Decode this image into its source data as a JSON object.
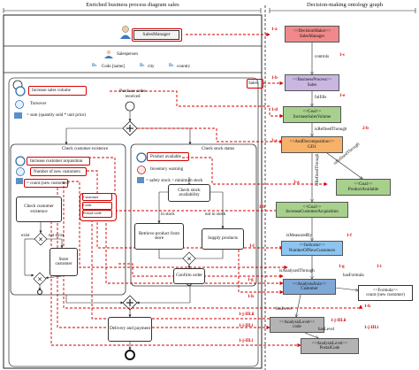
{
  "headers": {
    "left": "Enriched business process diagram sales",
    "right": "Decision-making ontology graph"
  },
  "bpmn": {
    "lane": {
      "sales_manager": "SalesManager",
      "salesperson": "Salesperson",
      "attr_code": "Code [name]",
      "attr_city": "city",
      "attr_country": "country"
    },
    "goal_sales_volume": "Increase sales volume",
    "turnover": "Turnover",
    "turnover_formula": "= sum (quantity sold * unit price)",
    "purchase_event": "Purchase order received",
    "check_customer_existence_sub": "Check customer existence",
    "goal_customer_acquisition": "Increase customer acquisition",
    "kpi_new_customers": "Number of new customers",
    "count_formula": "= count (new customer)",
    "task_check_customer_existence": "Check customer existence",
    "attr_customer": "Customer",
    "attr_code_small": "Code",
    "attr_postal": "Postal code",
    "exist": "exist",
    "not_exist": "not exist",
    "task_store_customer": "Store customer",
    "check_stock_status_sub": "Check stock status",
    "goal_product_available": "Product available",
    "inventory_warning": "Inventory warning",
    "stock_formula": "= safety stock > minimum stock",
    "task_check_stock": "Check stock availability",
    "in_stock": "in stock",
    "not_in_stock": "not in stock",
    "task_retrieve": "Retrieve product from store",
    "task_supply": "Supply products",
    "task_confirm": "Confirm order",
    "task_delivery": "Delivery and payment"
  },
  "ontology": {
    "decision_maker": [
      "<<DecisionMaker>>",
      "SalesManager"
    ],
    "business_process": [
      "<<BusinessProcess>>",
      "Sales"
    ],
    "goal_sales_volume": [
      "<<Goal>>",
      "IncreaseSalesVolume"
    ],
    "and_decomposition": [
      "<<AndDecomposition>>",
      "GD1"
    ],
    "goal_product_available": [
      "<<Goal>>",
      "ProductAvailable"
    ],
    "goal_customer_acquisition": [
      "<<Goal>>",
      "IncreaseCustomerAcquisition"
    ],
    "indicator": [
      "<<Indicator>>",
      "NumberOfNewCustomers"
    ],
    "analysis_axis": [
      "<<AnalysisAxis>>",
      "Customer"
    ],
    "formula": [
      "<<Formula>>",
      "count (new customer)"
    ],
    "level_code": [
      "<<AnalysisLevel>>",
      "code"
    ],
    "level_postal": [
      "<<AnalysisLevel>>",
      "PostalCode"
    ],
    "rel_controls": "controls",
    "rel_fulfills": "fulfills",
    "rel_refined_1": "isRefinedThrough",
    "rel_refined_2": "isRefinedThrough",
    "rel_refined_3": "isRefinedThrough",
    "rel_measured": "isMeasuredBy",
    "rel_analyzed": "isAnalyzedThrough",
    "rel_has_formula": "hasFormula",
    "rel_has_level_1": "hasLevel",
    "rel_has_level_2": "hasLevel"
  },
  "mapping_labels": {
    "m1a": "1-a",
    "m1c": "1-c",
    "m1b_sales": "1-b",
    "m1e": "1-e",
    "m1d": "1-d",
    "m2a": "2-a",
    "m2b": "2-b",
    "m3a": "3-a",
    "m3b": "3-b",
    "m1f": "1-f",
    "m1ga": "1-g",
    "m1gb": "1-g",
    "m1h": "1-h",
    "m1ia": "1-i",
    "m1ib": "1-i",
    "m1jiii": "1-j-III.ii",
    "m1jii": "1-j-III.i",
    "m1ji": "1-j-III.i",
    "m1jiiia": "1-j-III.ii",
    "m1jb": "1-j-III.i",
    "m1h2": "1-h"
  },
  "colors": {
    "decision_maker": "#f08a8a",
    "business_process": "#c9b7e2",
    "goal": "#a8d08d",
    "and_decomposition": "#f6b26b",
    "indicator": "#8ec5f0",
    "analysis_axis": "#7fa8d6",
    "formula": "#ffffff",
    "analysis_level": "#b3b3b3",
    "mapping": "#d00000"
  }
}
